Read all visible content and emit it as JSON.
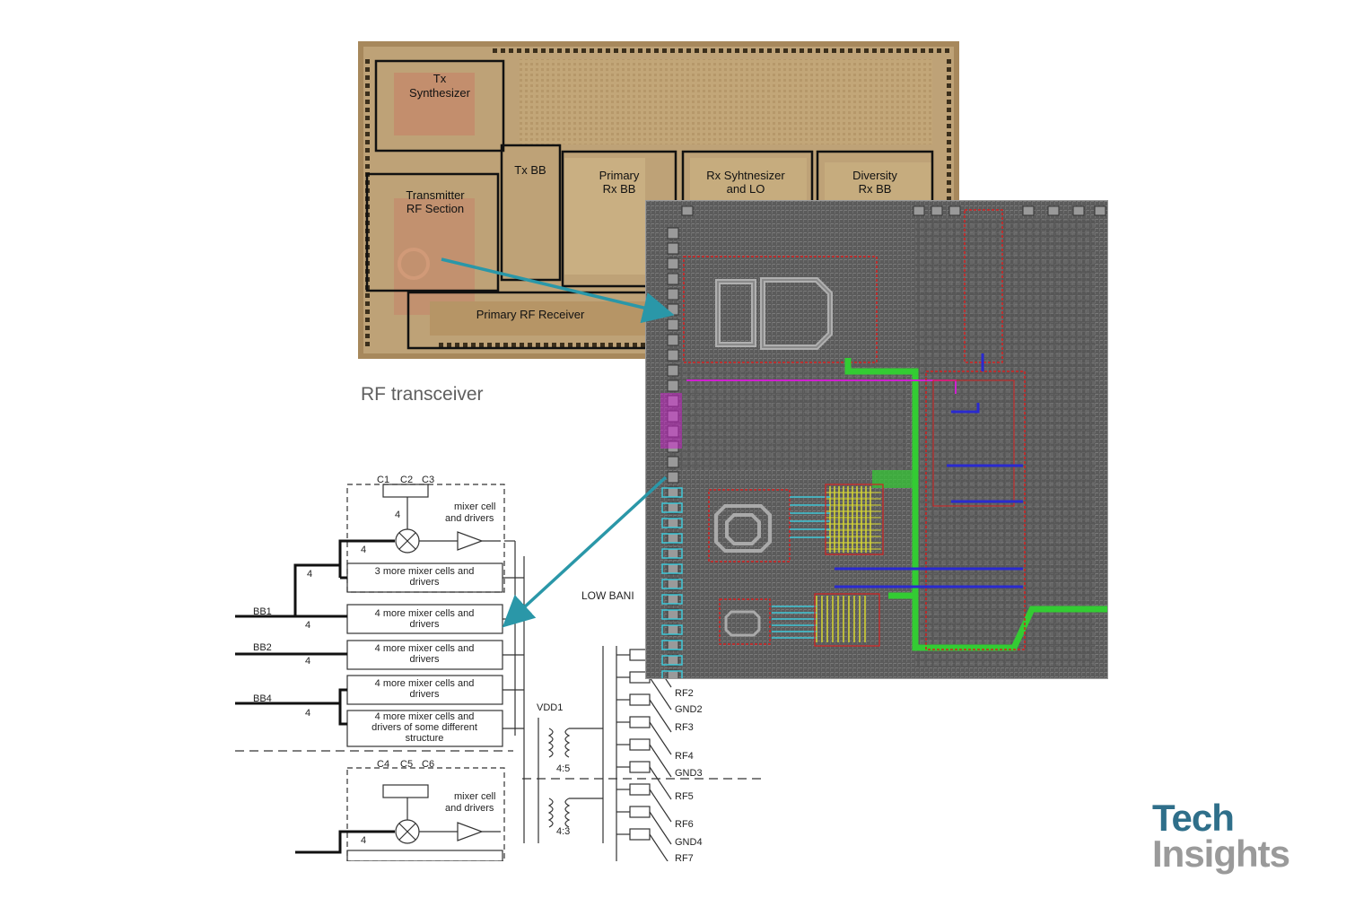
{
  "caption": "RF transceiver",
  "logo": {
    "line1": "Tech",
    "line2": "Insights",
    "color_primary": "#2f6f8a",
    "color_secondary": "#9a9a9a"
  },
  "die_blocks": {
    "tx_synth": [
      "Tx",
      "Synthesizer"
    ],
    "tx_bb": [
      "Tx BB"
    ],
    "primary_rx_bb": [
      "Primary",
      "Rx BB"
    ],
    "rx_synth": [
      "Rx Syhtnesizer",
      "and LO"
    ],
    "diversity_rx_bb": [
      "Diversity",
      "Rx BB"
    ],
    "transmitter_rf": [
      "Transmitter",
      "RF Section"
    ],
    "primary_rf_receiver": [
      "Primary RF Receiver"
    ]
  },
  "schematic": {
    "caps_top": [
      "C1",
      "C2",
      "C3"
    ],
    "caps_bottom": [
      "C4",
      "C5",
      "C6"
    ],
    "mixer_label": [
      "mixer cell",
      "and drivers"
    ],
    "bus_width": "4",
    "boxes": [
      [
        "3 more mixer cells and",
        "drivers"
      ],
      [
        "4 more mixer cells and",
        "drivers"
      ],
      [
        "4 more mixer cells and",
        "drivers"
      ],
      [
        "4 more mixer cells and",
        "drivers"
      ],
      [
        "4 more mixer cells and",
        "drivers of some different",
        "structure"
      ]
    ],
    "bb_labels": [
      "BB1",
      "BB2",
      "BB4"
    ],
    "vdd": "VDD1",
    "ratios": [
      "4:5",
      "4:3"
    ],
    "low_band": "LOW BANI",
    "rf_pins": [
      "RF2",
      "GND2",
      "RF3",
      "RF4",
      "GND3",
      "RF5",
      "RF6",
      "GND4",
      "RF7"
    ]
  },
  "colors": {
    "die_bg": "#b89a6e",
    "layout_bg": "#5e5e5e",
    "arrow": "#2a97a8",
    "layout_red": "#d42020",
    "layout_green": "#33cc33",
    "layout_magenta": "#d020d0",
    "layout_blue": "#2a2ad0",
    "layout_cyan": "#40c8d8",
    "layout_yellow": "#d8d830"
  }
}
